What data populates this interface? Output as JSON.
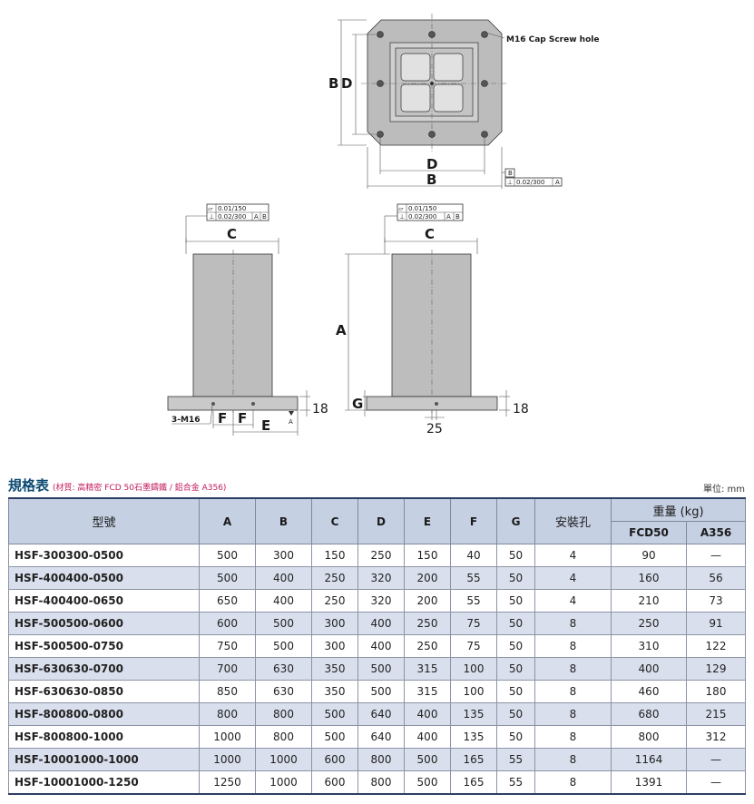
{
  "drawing": {
    "top_view": {
      "screw_note": "M16 Cap Screw hole",
      "label_B_side": "B",
      "label_D_side": "D",
      "label_D_bottom": "D",
      "label_B_bottom": "B",
      "tol_datum": "B",
      "tol_perp": "0.02/300",
      "tol_perp_ref": "A"
    },
    "side_view_left": {
      "tol_flat": "0.01/150",
      "tol_perp": "0.02/300",
      "tol_ref_a": "A",
      "tol_ref_b": "B",
      "label_C": "C",
      "label_18": "18",
      "label_screw": "3-M16",
      "label_F1": "F",
      "label_F2": "F",
      "label_E": "E",
      "datum_A": "A"
    },
    "side_view_right": {
      "tol_flat": "0.01/150",
      "tol_perp": "0.02/300",
      "tol_ref_a": "A",
      "tol_ref_b": "B",
      "label_C": "C",
      "label_A": "A",
      "label_G": "G",
      "label_18": "18",
      "label_25": "25"
    }
  },
  "spec": {
    "title": "規格表",
    "subtitle": "(材質: 高精密 FCD 50石墨鑄鐵 / 鋁合金 A356)",
    "unit": "單位: mm",
    "headers": {
      "model": "型號",
      "A": "A",
      "B": "B",
      "C": "C",
      "D": "D",
      "E": "E",
      "F": "F",
      "G": "G",
      "holes": "安裝孔",
      "weight": "重量 (kg)",
      "fcd": "FCD50",
      "a356": "A356"
    },
    "rows": [
      [
        "HSF-300300-0500",
        "500",
        "300",
        "150",
        "250",
        "150",
        "40",
        "50",
        "4",
        "90",
        "—"
      ],
      [
        "HSF-400400-0500",
        "500",
        "400",
        "250",
        "320",
        "200",
        "55",
        "50",
        "4",
        "160",
        "56"
      ],
      [
        "HSF-400400-0650",
        "650",
        "400",
        "250",
        "320",
        "200",
        "55",
        "50",
        "4",
        "210",
        "73"
      ],
      [
        "HSF-500500-0600",
        "600",
        "500",
        "300",
        "400",
        "250",
        "75",
        "50",
        "8",
        "250",
        "91"
      ],
      [
        "HSF-500500-0750",
        "750",
        "500",
        "300",
        "400",
        "250",
        "75",
        "50",
        "8",
        "310",
        "122"
      ],
      [
        "HSF-630630-0700",
        "700",
        "630",
        "350",
        "500",
        "315",
        "100",
        "50",
        "8",
        "400",
        "129"
      ],
      [
        "HSF-630630-0850",
        "850",
        "630",
        "350",
        "500",
        "315",
        "100",
        "50",
        "8",
        "460",
        "180"
      ],
      [
        "HSF-800800-0800",
        "800",
        "800",
        "500",
        "640",
        "400",
        "135",
        "50",
        "8",
        "680",
        "215"
      ],
      [
        "HSF-800800-1000",
        "1000",
        "800",
        "500",
        "640",
        "400",
        "135",
        "50",
        "8",
        "800",
        "312"
      ],
      [
        "HSF-10001000-1000",
        "1000",
        "1000",
        "600",
        "800",
        "500",
        "165",
        "55",
        "8",
        "1164",
        "—"
      ],
      [
        "HSF-10001000-1250",
        "1250",
        "1000",
        "600",
        "800",
        "500",
        "165",
        "55",
        "8",
        "1391",
        "—"
      ]
    ]
  }
}
